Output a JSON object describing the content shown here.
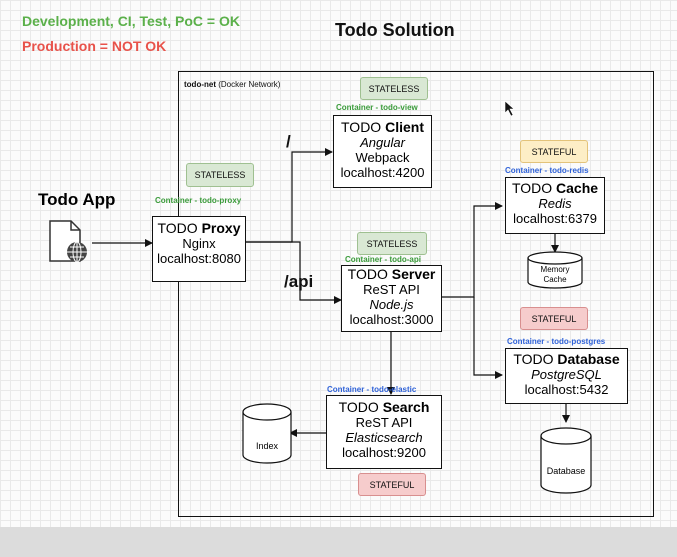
{
  "header": {
    "status_dev": "Development, CI, Test, PoC = OK",
    "status_prod": "Production = NOT OK",
    "title": "Todo Solution",
    "colors": {
      "ok": "#5bb04a",
      "not_ok": "#e8524a"
    }
  },
  "app": {
    "label": "Todo App",
    "icon": "web-document-icon"
  },
  "network": {
    "name": "todo-net",
    "desc": "(Docker Network)"
  },
  "routes": {
    "root": "/",
    "api": "/api"
  },
  "proxy": {
    "state": "STATELESS",
    "container": "Container - todo-proxy",
    "prefix": "TODO",
    "name": "Proxy",
    "tech": "Nginx",
    "host": "localhost:8080"
  },
  "client": {
    "state": "STATELESS",
    "container": "Container - todo-view",
    "prefix": "TODO",
    "name": "Client",
    "tech1": "Angular",
    "tech2": "Webpack",
    "host": "localhost:4200"
  },
  "server": {
    "state": "STATELESS",
    "container": "Container - todo-api",
    "prefix": "TODO",
    "name": "Server",
    "tech1": "ReST API",
    "tech2": "Node.js",
    "host": "localhost:3000"
  },
  "cache": {
    "state": "STATEFUL",
    "container": "Container - todo-redis",
    "prefix": "TODO",
    "name": "Cache",
    "tech": "Redis",
    "host": "localhost:6379",
    "store": "Memory Cache"
  },
  "database": {
    "state": "STATEFUL",
    "container": "Container - todo-postgres",
    "prefix": "TODO",
    "name": "Database",
    "tech": "PostgreSQL",
    "host": "localhost:5432",
    "store": "Database"
  },
  "search": {
    "state": "STATEFUL",
    "container": "Container - todo-elastic",
    "prefix": "TODO",
    "name": "Search",
    "tech1": "ReST API",
    "tech2": "Elasticsearch",
    "host": "localhost:9200",
    "store": "Index"
  }
}
